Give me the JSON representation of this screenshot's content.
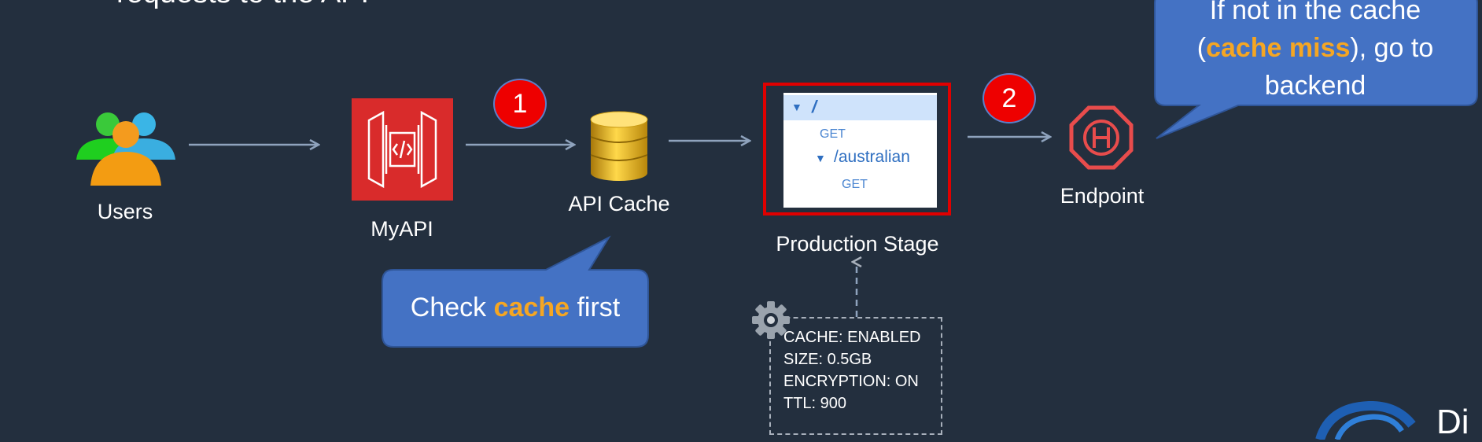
{
  "title": "requests to the API",
  "nodes": {
    "users": "Users",
    "myapi": "MyAPI",
    "api_cache": "API Cache",
    "production_stage": "Production Stage",
    "endpoint": "Endpoint"
  },
  "badges": {
    "step1": "1",
    "step2": "2"
  },
  "stage_tree": {
    "root": "/",
    "root_method": "GET",
    "child": "/australian",
    "child_method": "GET"
  },
  "callout_cache": {
    "prefix": "Check ",
    "highlight": "cache",
    "suffix": " first"
  },
  "callout_miss": {
    "line1": "If not in the cache",
    "line2_prefix": "(",
    "line2_highlight": "cache miss",
    "line2_suffix": "), go to",
    "line3": "backend"
  },
  "cache_settings": {
    "cache": "CACHE: ENABLED",
    "size": "SIZE: 0.5GB",
    "encryption": "ENCRYPTION: ON",
    "ttl": "TTL: 900"
  },
  "logo_text": "Di",
  "colors": {
    "background": "#232f3e",
    "highlight": "#f5a623",
    "callout": "#4472c4",
    "badge": "#ee0000",
    "stage_border": "#e00000"
  }
}
